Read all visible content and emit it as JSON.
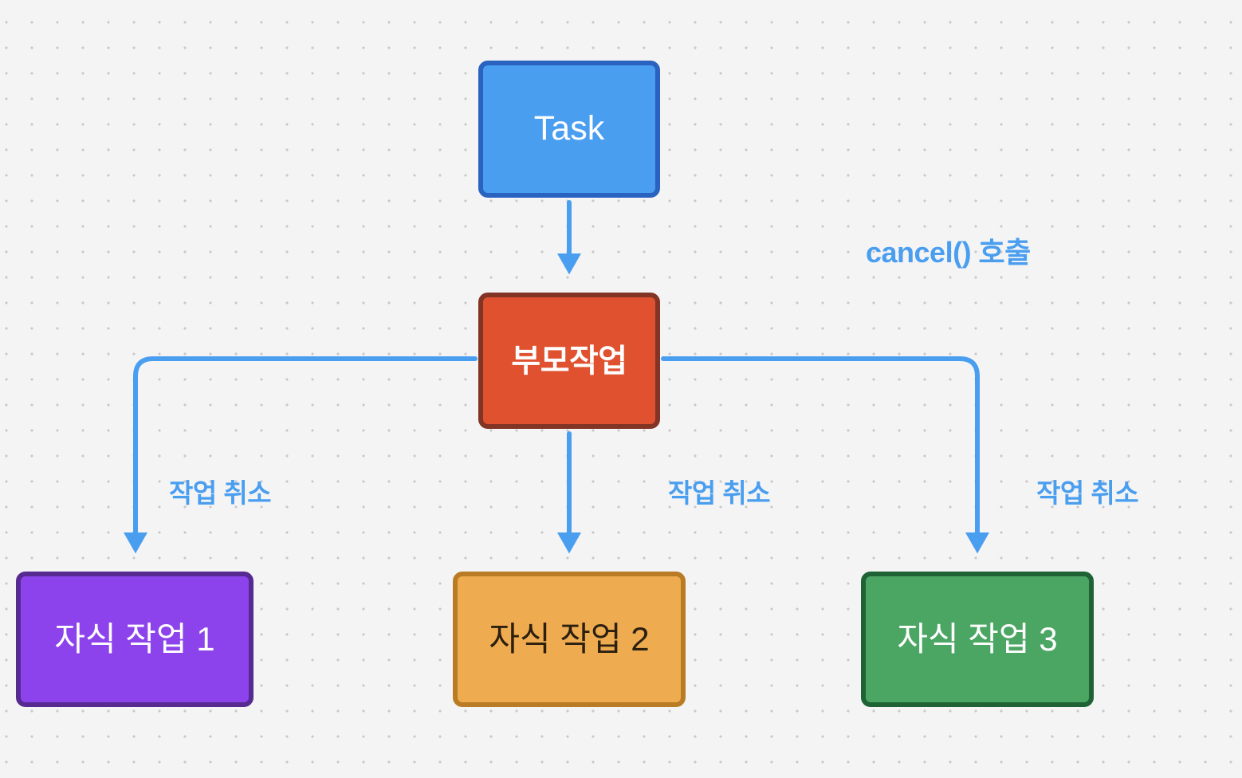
{
  "diagram": {
    "title": "Task cancellation hierarchy",
    "background": {
      "color": "#f4f4f4",
      "dot_color": "#c9c9c9",
      "grid_spacing": 32
    },
    "accent_color": "#4a9ef0",
    "nodes": [
      {
        "id": "task",
        "label": "Task",
        "fill": "#4a9ef0",
        "stroke": "#2a62c0",
        "text_color": "#ffffff"
      },
      {
        "id": "parent",
        "label": "부모작업",
        "fill": "#e0512f",
        "stroke": "#833525",
        "text_color": "#ffffff"
      },
      {
        "id": "child1",
        "label": "자식 작업 1",
        "fill": "#8c43ec",
        "stroke": "#562a90",
        "text_color": "#ffffff"
      },
      {
        "id": "child2",
        "label": "자식 작업 2",
        "fill": "#eeab4f",
        "stroke": "#b97b23",
        "text_color": "#2b1f10"
      },
      {
        "id": "child3",
        "label": "자식 작업 3",
        "fill": "#4ba664",
        "stroke": "#1f6236",
        "text_color": "#ffffff"
      }
    ],
    "edges": [
      {
        "id": "task-to-parent",
        "from": "task",
        "to": "parent",
        "label": ""
      },
      {
        "id": "parent-to-child1",
        "from": "parent",
        "to": "child1",
        "label": "작업 취소"
      },
      {
        "id": "parent-to-child2",
        "from": "parent",
        "to": "child2",
        "label": "작업 취소"
      },
      {
        "id": "parent-to-child3",
        "from": "parent",
        "to": "child3",
        "label": "작업 취소"
      }
    ],
    "annotations": [
      {
        "id": "cancel-call",
        "label": "cancel() 호출",
        "color": "#4a9ef0"
      }
    ]
  }
}
